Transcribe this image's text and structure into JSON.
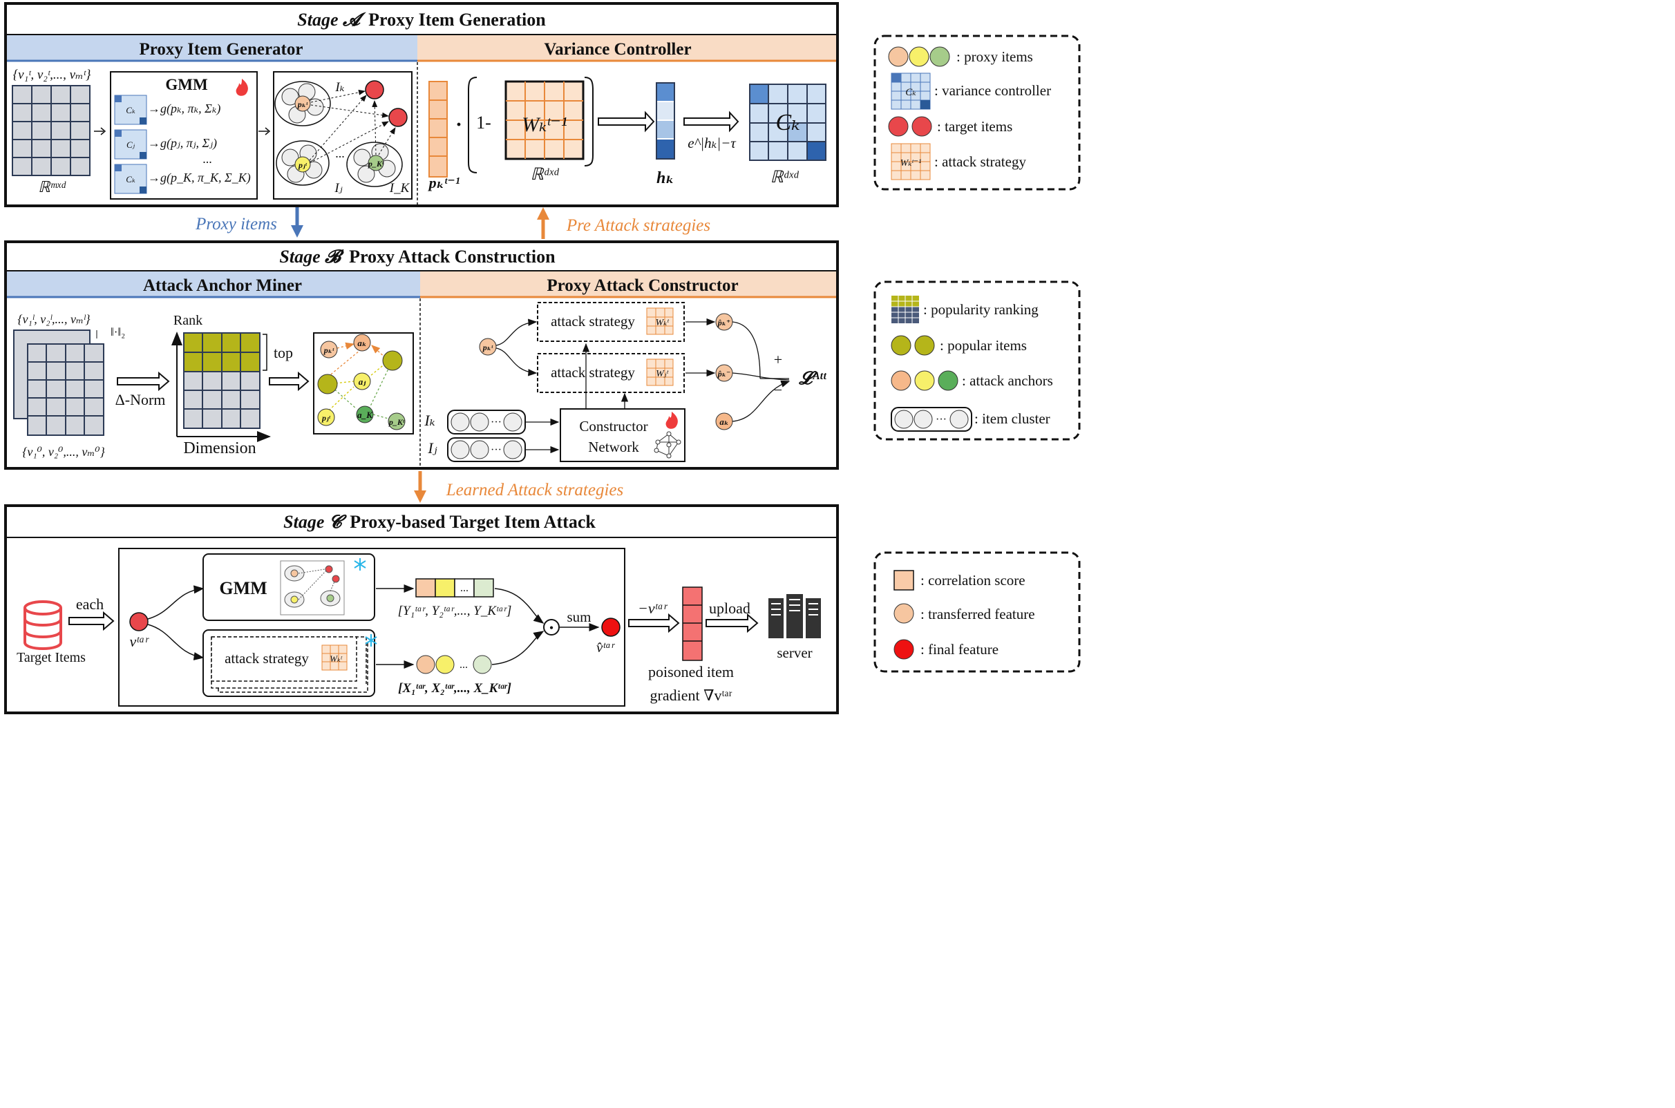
{
  "stage_a": {
    "title_stage": "Stage 𝓐",
    "title": "Proxy Item Generation",
    "left_header": "Proxy Item Generator",
    "right_header": "Variance Controller",
    "input_set": "{v₁ᵗ, v₂ᵗ,..., vₘᵗ}",
    "matrix_dim": "ℝᵐˣᵈ",
    "gmm_label": "GMM",
    "gmm_rows": [
      "→g(pₖ, πₖ, Σₖ)",
      "→g(pⱼ, πⱼ, Σⱼ)",
      "→g(p_K, π_K, Σ_K)"
    ],
    "gmm_dots": "...",
    "cluster_labels": [
      "Iₖ",
      "Iⱼ",
      "I_K"
    ],
    "cluster_dots": "...",
    "proxy_labels": [
      "pₖᵗ",
      "pⱼᵗ",
      "p_Kᵗ"
    ],
    "cov_labels": [
      "Cₖ",
      "Cⱼ",
      "Cₖ"
    ],
    "vc_vector_label": "pₖᵗ⁻¹",
    "vc_dot": "·",
    "vc_one_minus": "1-",
    "vc_w_label": "Wₖᵗ⁻¹",
    "vc_w_dim": "ℝᵈˣᵈ",
    "vc_h_label": "hₖ",
    "vc_exp_label": "e^|hₖ|−τ",
    "vc_c_label": "Cₖ",
    "vc_c_dim": "ℝᵈˣᵈ"
  },
  "flows": {
    "proxy_items": "Proxy items",
    "pre_attack": "Pre Attack strategies",
    "learned_attack": "Learned Attack strategies"
  },
  "stage_b": {
    "title_stage": "Stage 𝓑",
    "title": "Proxy Attack Construction",
    "left_header": "Attack Anchor Miner",
    "right_header": "Proxy Attack Constructor",
    "set_top": "{v₁ˡ, v₂ˡ,..., vₘˡ}",
    "set_bottom": "{v₁⁰, v₂⁰,..., vₘ⁰}",
    "norm_label": "‖·‖₂",
    "delta_norm": "Δ-Norm",
    "rank_label": "Rank",
    "dimension_label": "Dimension",
    "top_label": "top",
    "anchor_nodes": [
      "pₖᵗ",
      "aₖ",
      "aⱼ",
      "pⱼᵗ",
      "a_K",
      "p_Kᵗ"
    ],
    "proxy_input": "pₖᵗ",
    "strategy_label": "attack strategy",
    "strategy_w_pos": "Wₖᵗ",
    "strategy_w_neg": "Wⱼᵗ",
    "output_pos": "p̂ₖ⁺",
    "output_neg": "p̂ₖ⁻",
    "anchor_out": "aₖ",
    "plus": "+",
    "minus": "−",
    "loss": "𝓛ᴬᵗᵗ",
    "cluster_inputs": [
      "Iₖ",
      "Iⱼ"
    ],
    "cluster_dots": "···",
    "constructor_line1": "Constructor",
    "constructor_line2": "Network"
  },
  "stage_c": {
    "title_stage": "Stage 𝓒",
    "title": "Proxy-based Target Item Attack",
    "target_items": "Target Items",
    "each": "each",
    "v_tar": "vᵗᵃʳ",
    "gmm_label": "GMM",
    "strategy_label": "attack strategy",
    "strategy_w": "Wₖᵗ",
    "y_set": "[Y₁ᵗᵃʳ, Y₂ᵗᵃʳ,..., Y_Kᵗᵃʳ]",
    "x_set": "[X₁ᵗᵃʳ, X₂ᵗᵃʳ,..., X_Kᵗᵃʳ]",
    "vec_dots": "...",
    "odot": "⊙",
    "sum": "sum",
    "v_hat": "v̂ᵗᵃʳ",
    "neg_v": "−vᵗᵃʳ",
    "upload": "upload",
    "poisoned_line1": "poisoned item",
    "poisoned_line2": "gradient ∇vᵗᵃʳ",
    "server": "server"
  },
  "legend_a": [
    {
      "label": ": proxy items"
    },
    {
      "label": ": variance controller",
      "glyph": "Cₖ"
    },
    {
      "label": ": target items"
    },
    {
      "label": ": attack strategy",
      "glyph": "Wₖᵗ⁻¹"
    }
  ],
  "legend_b": [
    {
      "label": ": popularity ranking"
    },
    {
      "label": ": popular items"
    },
    {
      "label": ": attack anchors"
    },
    {
      "label": ": item cluster",
      "glyph": "···"
    }
  ],
  "legend_c": [
    {
      "label": ": correlation score"
    },
    {
      "label": ": transferred feature"
    },
    {
      "label": ": final feature"
    }
  ],
  "icons": [
    "fire-icon",
    "snowflake-icon",
    "database-icon",
    "server-icon",
    "network-icon"
  ],
  "colors": {
    "blue_header": "#c5d6ee",
    "orange_header": "#f9dcc5",
    "blue_line": "#4a76b8",
    "orange_line": "#e8883a",
    "grid_gray": "#d3d6dc",
    "olive": "#b5b51a",
    "target_red": "#e8474b",
    "final_red": "#ee1111",
    "proxy_peach": "#f6c6a0",
    "proxy_yellow": "#f7f06a",
    "proxy_green": "#a6cc8a"
  }
}
